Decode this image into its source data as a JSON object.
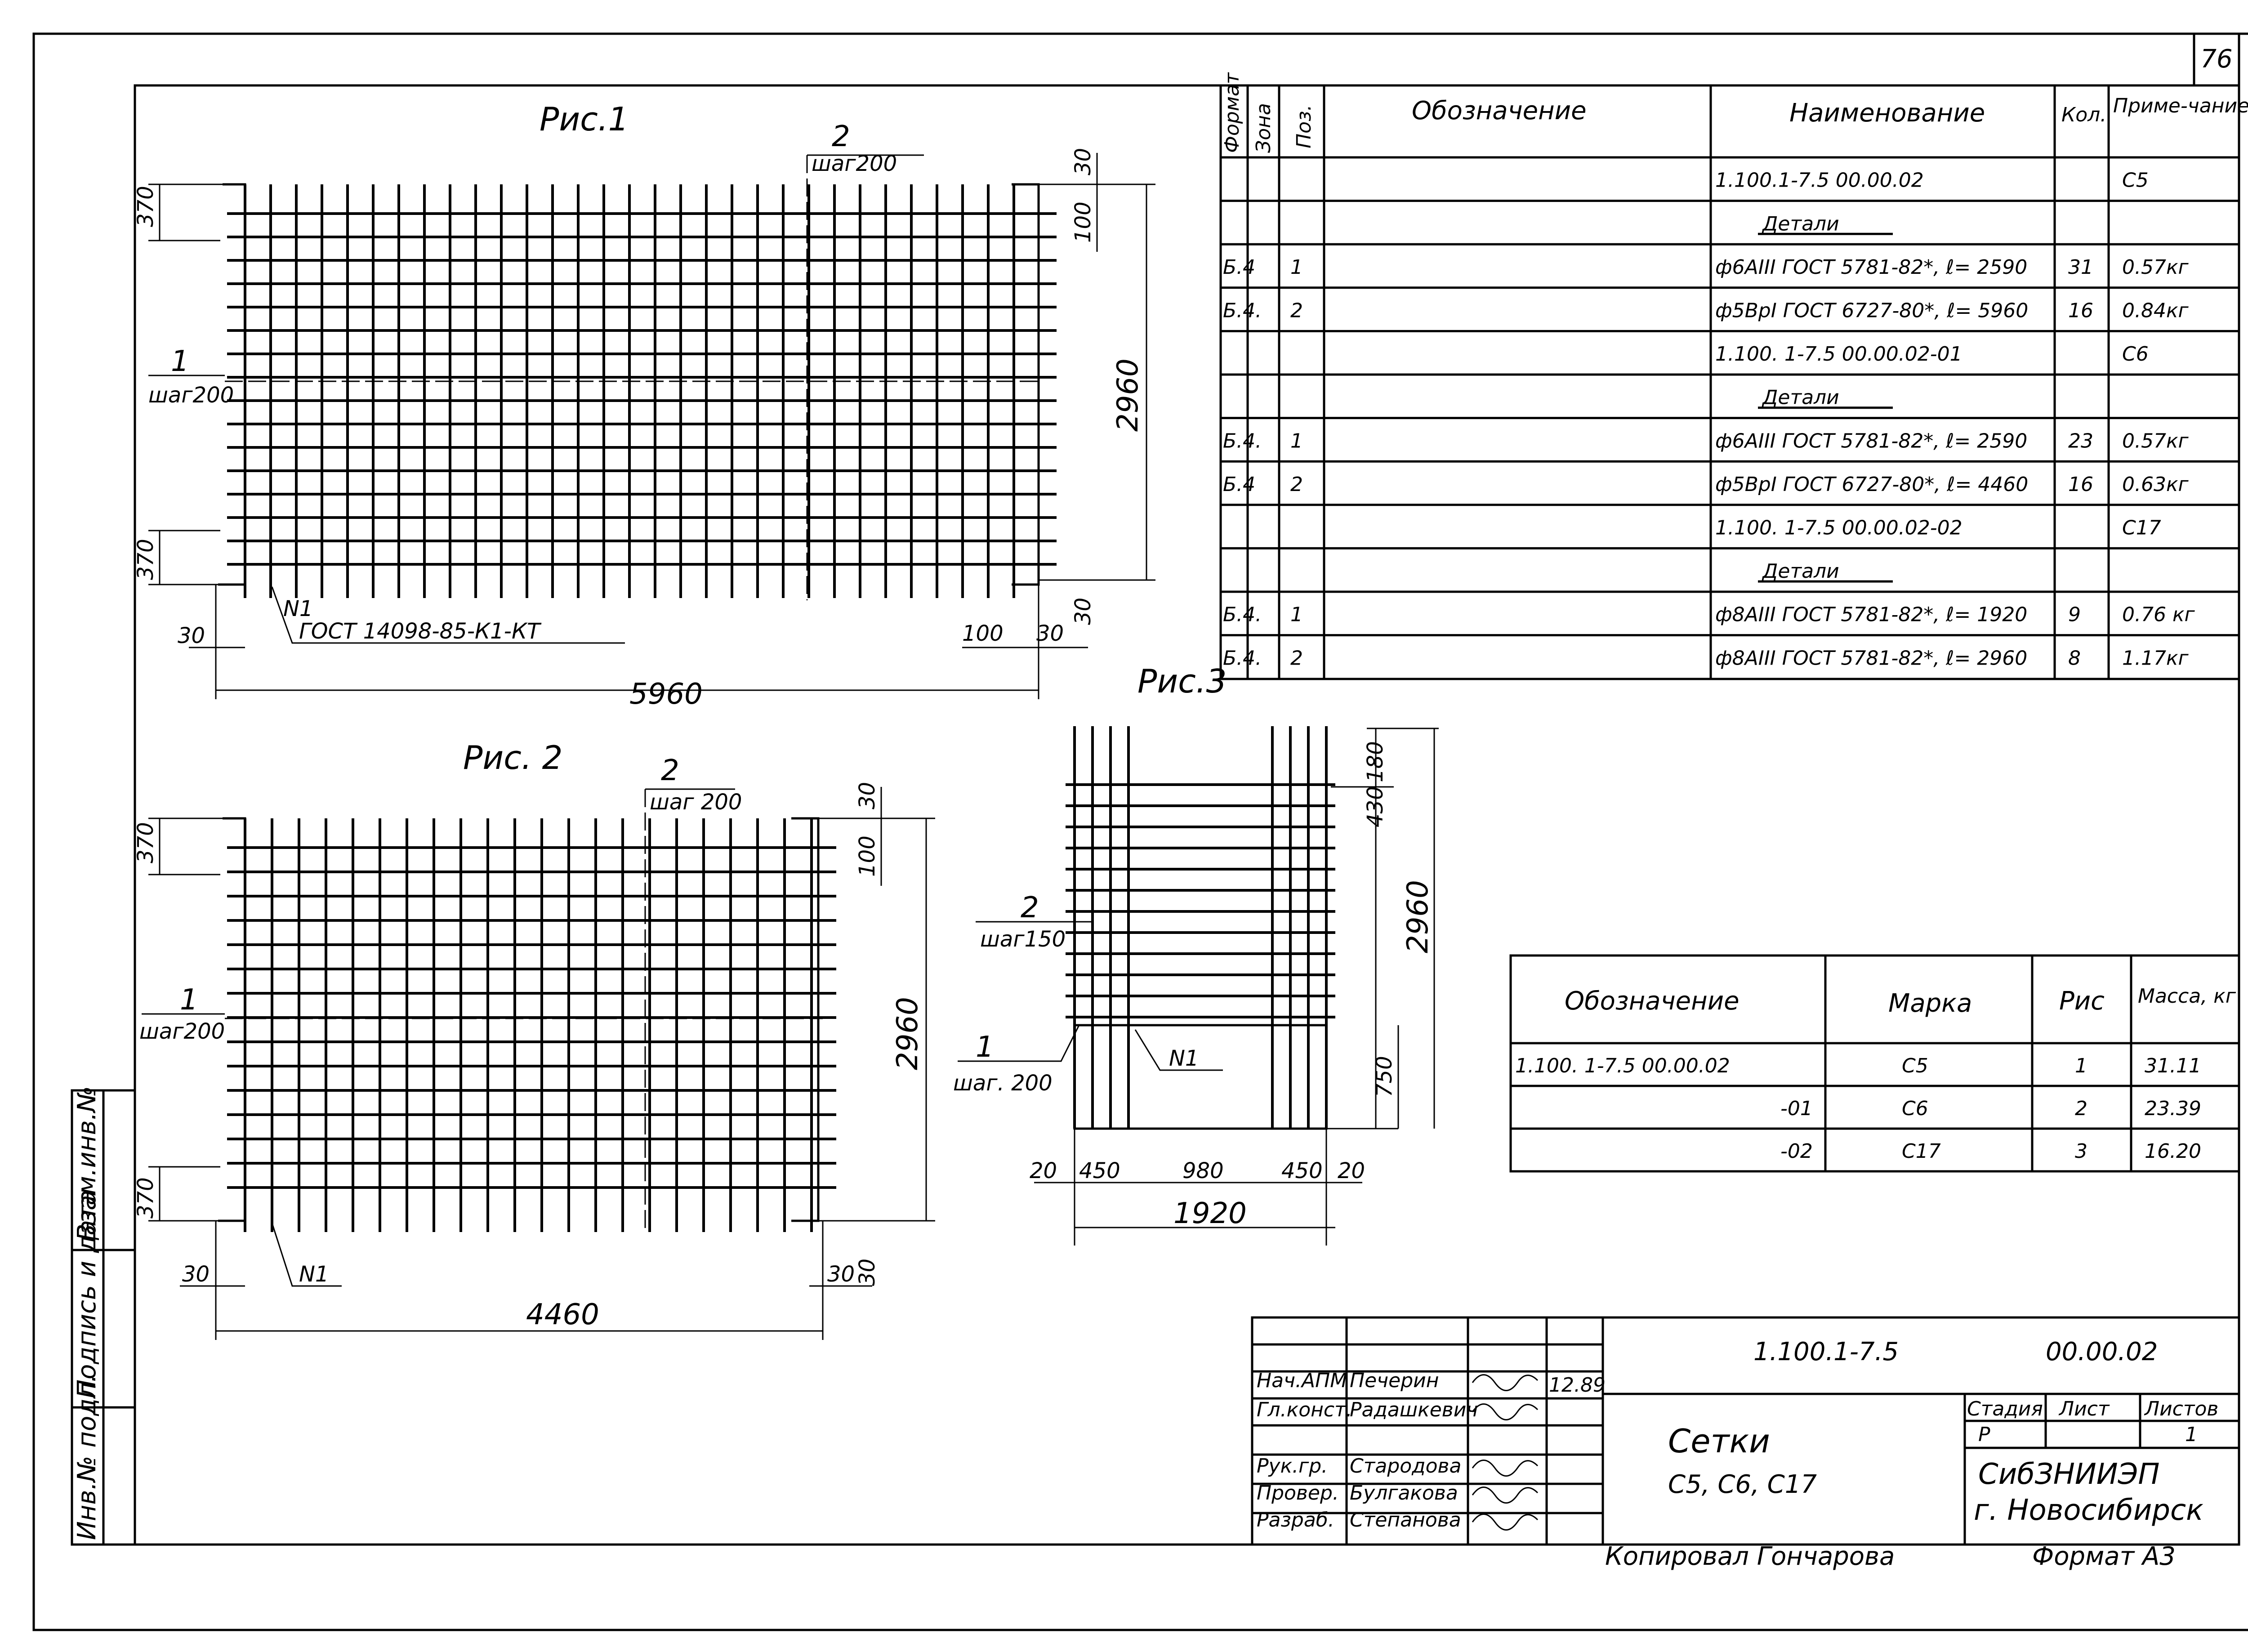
{
  "sheet_number": "76",
  "figures": {
    "fig1": {
      "title": "Рис.1",
      "pos1_label": "1",
      "pos1_step": "шаг200",
      "pos2_label": "2",
      "pos2_step": "шаг200",
      "dim_left_top": "370",
      "dim_left_bottom": "370",
      "dim_right_30_top": "30",
      "dim_right_100": "100",
      "dim_height": "2960",
      "dim_bottom_30_left": "30",
      "dim_bottom_100": "100",
      "dim_bottom_30_right": "30",
      "dim_right_30_bottom": "30",
      "dim_width": "5960",
      "leader_n1": "N1",
      "gost_note": "ГОСТ 14098-85-К1-КТ"
    },
    "fig2": {
      "title": "Рис. 2",
      "pos1_label": "1",
      "pos1_step": "шаг200",
      "pos2_label": "2",
      "pos2_step": "шаг 200",
      "dim_left_top": "370",
      "dim_left_bottom": "370",
      "dim_right_30_top": "30",
      "dim_right_100": "100",
      "dim_height": "2960",
      "dim_bottom_30_left": "30",
      "dim_bottom_30_right": "30",
      "dim_bottom_30_right2": "30",
      "dim_width": "4460",
      "leader_n1": "N1"
    },
    "fig3": {
      "title": "Рис.3",
      "pos2_label": "2",
      "pos2_step": "шаг150",
      "pos1_label": "1",
      "pos1_step": "шаг. 200",
      "dim_top_180": "180",
      "dim_top_430": "430",
      "dim_height": "2960",
      "dim_750": "750",
      "dim_20_left": "20",
      "dim_450_left": "450",
      "dim_980": "980",
      "dim_450_right": "450",
      "dim_20_right": "20",
      "dim_width": "1920",
      "leader_n1": "N1"
    }
  },
  "spec_table": {
    "headers": [
      "Формат",
      "Зона",
      "Поз.",
      "Обозначение",
      "Наименование",
      "Кол.",
      "Приме-чание"
    ],
    "rows": [
      {
        "format": "",
        "zone": "",
        "pos": "",
        "designation": "",
        "name": "1.100.1-7.5          00.00.02",
        "qty": "",
        "note": "С5"
      },
      {
        "format": "",
        "zone": "",
        "pos": "",
        "designation": "",
        "name": "Детали",
        "qty": "",
        "note": ""
      },
      {
        "format": "Б.4",
        "zone": "",
        "pos": "1",
        "designation": "",
        "name": "ф6АIII ГОСТ 5781-82*, ℓ= 2590",
        "qty": "31",
        "note": "0.57кг"
      },
      {
        "format": "Б.4.",
        "zone": "",
        "pos": "2",
        "designation": "",
        "name": "ф5ВрI ГОСТ 6727-80*, ℓ= 5960",
        "qty": "16",
        "note": "0.84кг"
      },
      {
        "format": "",
        "zone": "",
        "pos": "",
        "designation": "",
        "name": "1.100. 1-7.5        00.00.02-01",
        "qty": "",
        "note": "С6"
      },
      {
        "format": "",
        "zone": "",
        "pos": "",
        "designation": "",
        "name": "Детали",
        "qty": "",
        "note": ""
      },
      {
        "format": "Б.4.",
        "zone": "",
        "pos": "1",
        "designation": "",
        "name": "ф6АIII ГОСТ 5781-82*, ℓ= 2590",
        "qty": "23",
        "note": "0.57кг"
      },
      {
        "format": "Б.4",
        "zone": "",
        "pos": "2",
        "designation": "",
        "name": "ф5ВрI ГОСТ 6727-80*, ℓ= 4460",
        "qty": "16",
        "note": "0.63кг"
      },
      {
        "format": "",
        "zone": "",
        "pos": "",
        "designation": "",
        "name": "1.100. 1-7.5        00.00.02-02",
        "qty": "",
        "note": "С17"
      },
      {
        "format": "",
        "zone": "",
        "pos": "",
        "designation": "",
        "name": "Детали",
        "qty": "",
        "note": ""
      },
      {
        "format": "Б.4.",
        "zone": "",
        "pos": "1",
        "designation": "",
        "name": "ф8АIII ГОСТ 5781-82*, ℓ= 1920",
        "qty": "9",
        "note": "0.76 кг"
      },
      {
        "format": "Б.4.",
        "zone": "",
        "pos": "2",
        "designation": "",
        "name": "ф8АIII ГОСТ 5781-82*, ℓ= 2960",
        "qty": "8",
        "note": "1.17кг"
      }
    ]
  },
  "mass_table": {
    "headers": [
      "Обозначение",
      "Марка",
      "Рис",
      "Масса, кг"
    ],
    "rows": [
      {
        "designation": "1.100. 1-7.5        00.00.02",
        "mark": "С5",
        "fig": "1",
        "mass": "31.11"
      },
      {
        "designation": "-01",
        "mark": "С6",
        "fig": "2",
        "mass": "23.39"
      },
      {
        "designation": "-02",
        "mark": "С17",
        "fig": "3",
        "mass": "16.20"
      }
    ]
  },
  "side_stamp": [
    "Взам.инв.№",
    "Подпись и дата",
    "Инв.№ подл."
  ],
  "title_block": {
    "code": "1.100.1-7.5",
    "doc_number": "00.00.02",
    "title_line1": "Сетки",
    "title_line2": "С5, С6, С17",
    "stage_header": "Стадия",
    "sheet_header": "Лист",
    "sheets_header": "Листов",
    "stage": "Р",
    "sheet": "",
    "sheets": "1",
    "org_line1": "СибЗНИИЭП",
    "org_line2": "г. Новосибирск",
    "date": "12.89",
    "people": [
      {
        "role": "Нач.АПМ",
        "name": "Печерин"
      },
      {
        "role": "Гл.конст.",
        "name": "Радашкевич"
      },
      {
        "role": "",
        "name": ""
      },
      {
        "role": "Рук.гр.",
        "name": "Стародова"
      },
      {
        "role": "Провер.",
        "name": "Булгакова"
      },
      {
        "role": "Разраб.",
        "name": "Степанова"
      }
    ]
  },
  "copied_by": "Копировал  Гончарова",
  "format": "Формат А3"
}
